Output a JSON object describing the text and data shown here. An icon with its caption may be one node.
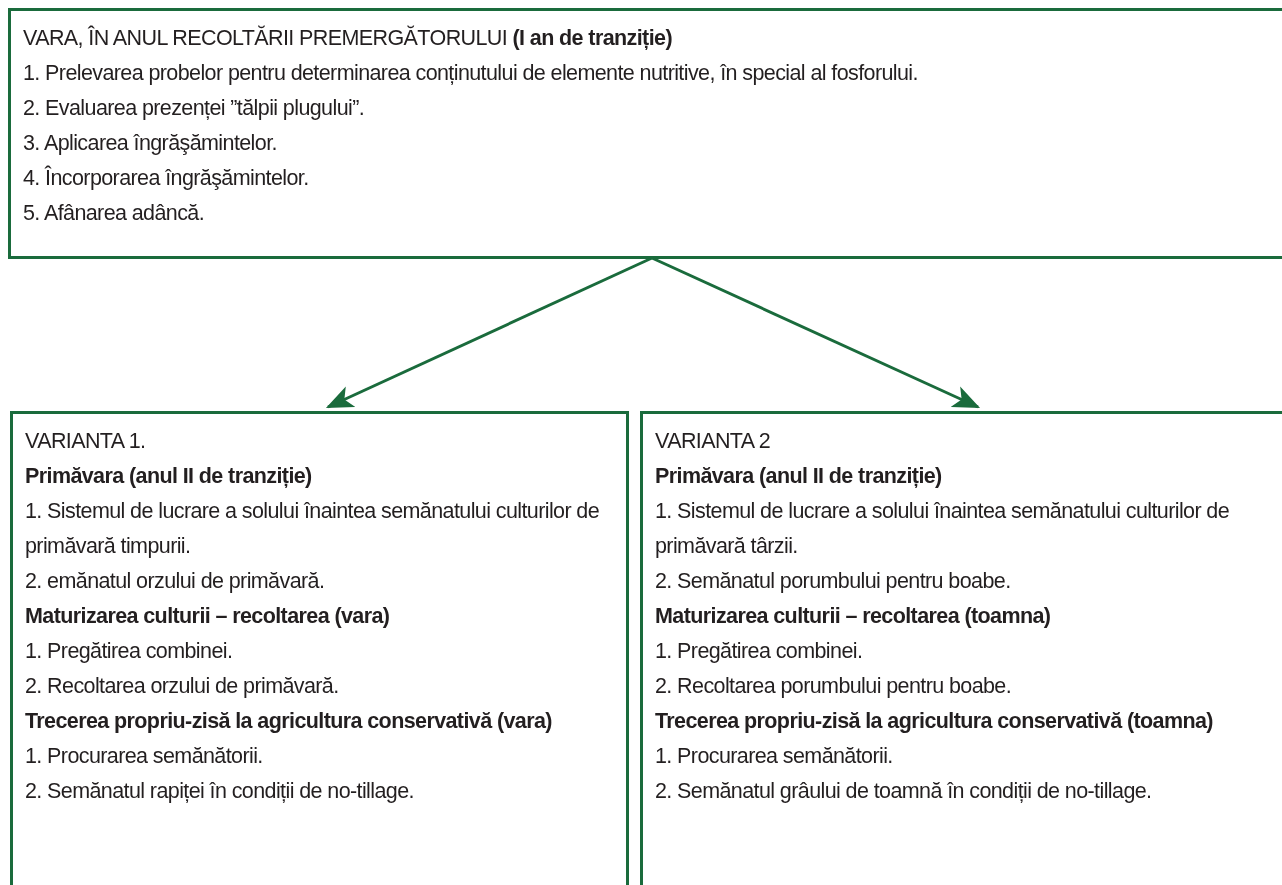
{
  "diagram": {
    "nodes": [
      {
        "text": [
          "VARA, ÎN ANUL RECOLTĂRII PREMERGĂTORULUI **(I an de tranziție)**",
          "1. Prelevarea probelor pentru determinarea conținutului de elemente nutritive, în special al fosforului.",
          "2. Evaluarea prezenței ”tălpii plugului”.",
          "3. Aplicarea îngrăşămintelor.",
          "4. Încorporarea îngrăşămintelor.",
          "5. Afânarea adâncă."
        ]
      },
      {
        "text": [
          "VARIANTA 1.",
          "Primăvara (anul II de tranziție)",
          "1. Sistemul de lucrare a solului înaintea semănatului culturilor de primăvară timpurii.",
          "2. emănatul orzului de primăvară.",
          "Maturizarea culturii – recoltarea (vara)",
          "1. Pregătirea combinei.",
          "2. Recoltarea orzului de primăvară.",
          "Trecerea propriu-zisă la agricultura conservativă (vara)",
          "1. Procurarea semănătorii.",
          "2. Semănatul rapiței în condiții de no-tillage."
        ]
      },
      {
        "text": [
          "VARIANTA 2",
          "Primăvara (anul II de tranziție)",
          "1. Sistemul de lucrare a solului înaintea semănatului culturilor de primăvară târzii.",
          "2. Semănatul porumbului pentru boabe.",
          "Maturizarea culturii – recoltarea (toamna)",
          "1. Pregătirea combinei.",
          "2. Recoltarea porumbului pentru boabe.",
          "Trecerea propriu-zisă la agricultura conservativă (toamna)",
          "1. Procurarea semănătorii.",
          "2. Semănatul grâului de toamnă în condiții de no-tillage."
        ]
      }
    ],
    "edges": [
      {
        "from": 0,
        "to": 1,
        "arrow": "to"
      },
      {
        "from": 0,
        "to": 2,
        "arrow": "to"
      }
    ]
  }
}
